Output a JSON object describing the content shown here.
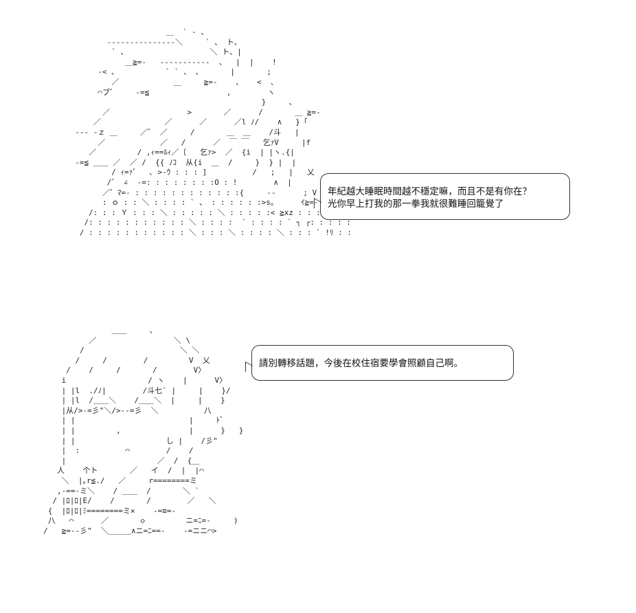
{
  "art": {
    "top": "                      ＿  ` ‐ 、\n         ‐‐‐‐‐‐‐‐‐‐‐‐‐‐‐＼     ` 、 ト、\n          ` 、                  ＼ ト、|\n             ＿≧=-   ‐‐‐‐‐‐‐‐‐‐‐  、  |  |    !\n       -< ､           ` ` 、 、      |       ;\n          ／            ＿     ≧=-    、   <  、\n       ⌒ブ゛    -=≦                 ,        ヽ\n                                           }     、\n        ／                 >       ／      /       ＿ ≧=-\n      ／              ／      ／      ／l ﾉ/    ∧   }「\n  -‐‐ -ｚ ＿     ／゛ ／     /       ＿  ＿    /斗   |\n       ／            ／   /      ／  ￣ ￣   乞ｧV     |f\n     ／         / ,ｨ==ﾙｨ／〔   乞ｧ>  ／  {i  | |ヽ.{|\n  -=≦ ＿＿ ／  ／ /  {{ ﾉｺ  从{i  ＿  /     }  } |  |\n          / ｨ=ｧ゛  ､ >-ｳ : : : ]          /   ;   |   乂\n         /゛ ∠  -=: : : : : : : :O : !        ∧  |\n        ／゛ﾏ=- : : : : : : : : : : : :{     ‐‐      ; V\n        : ｏ : : ＼ : : : : ` 、 : : : : : :>s。     ｲ≧=- ‥\n     /: : : Ｙ : : : ＼ : : : : : ＼ : : : : :< ≧xz : : : : : : : : : : : =- ‥  、\n    /: : : : : : : : : : : ＼ : : : :  ` : : : : ` ┐ ┌: : : : : : : : : : : o : : ／\n   / : : : : : : : : : : : ＼ : : : ＼ : : : : ＼ : : : ` !ﾘ : : : : : : : : : : : : ／",
    "bottom": "                    ＿＿     、\n               ／                 ＼ \\\n             /                     ＼ ＼\n            /     /        /         V  乂\n          /    /     /       /        V〉\n         i                  / ヽ    |      V〉\n         | |l  ./ﾉ|        /斗七` |     |    }/\n         | |l  /＿＿＼    /＿＿＼  |     |    }\n         |从/>-=彡\"＼/>-‐=彡  ＼          八\n         | |                         |     ﾄﾞ\n         | |         ,               |      }   }\n         | |                    し |    /彡\"\n         |  :          ⌒        /    /\n         |                    ／  /  {＿\n        人    个ト       ／   イ  /  |  |⌒\n         ＼  |｡r≦./   ／     r========ミ\n        ,-==-ミ＼    / ＿＿  /       ＼ `\n       / |ﾛ|ﾛ|E/    /       /        ／   ＼\n      {  |ﾛ|ﾛ|ﾐ========ミ×    -=≡=-\n      八   ⌒      ／       ◇         ニ=ﾆ=-     )\n     /   ≧=‐‐彡\"  ＼＿＿＿∧ニ=ﾆ==-    -=ニニ⌒>"
  },
  "bubbles": [
    {
      "lines": [
        "年紀越大睡眠時間越不穩定嘛，而且不是有你在？",
        "光你早上打我的那一拳我就很難睡回籠覺了"
      ]
    },
    {
      "lines": [
        "請別轉移話題，今後在校住宿要學會照顧自己啊。"
      ]
    }
  ]
}
